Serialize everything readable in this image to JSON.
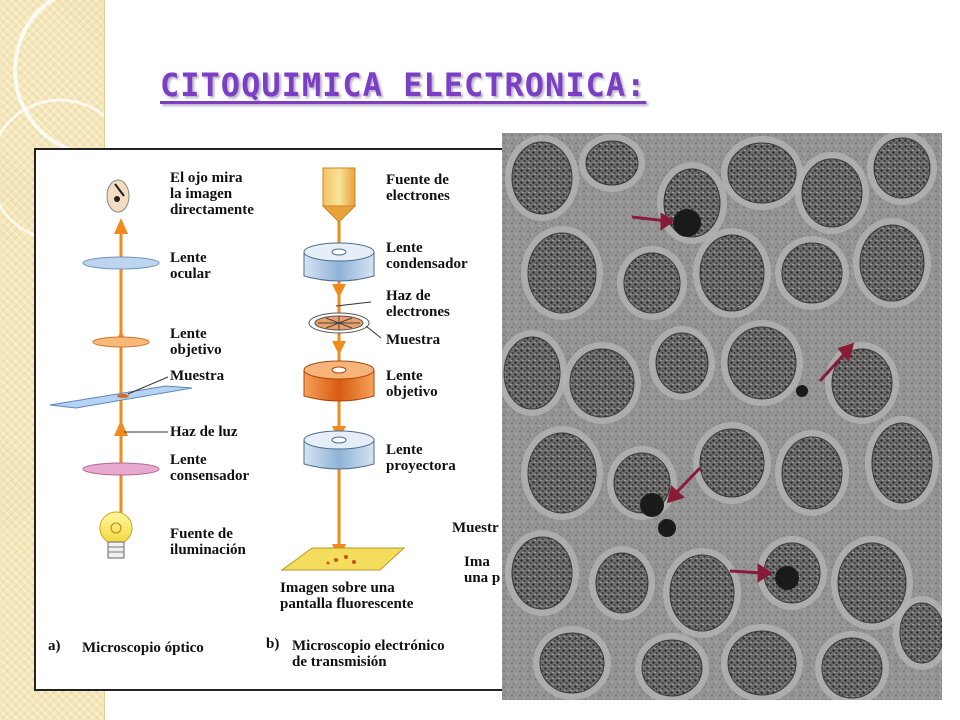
{
  "slide": {
    "title": "CITOQUIMICA ELECTRONICA:"
  },
  "optical": {
    "labels": {
      "eye": "El ojo mira\nla imagen\ndirectamente",
      "ocular": "Lente\nocular",
      "objective": "Lente\nobjetivo",
      "sample": "Muestra",
      "light": "Haz de luz",
      "condenser": "Lente\nconsensador",
      "source": "Fuente de\niluminación"
    },
    "caption_letter": "a)",
    "caption": "Microscopio óptico"
  },
  "electron": {
    "labels": {
      "source": "Fuente de\nelectrones",
      "condenser": "Lente\ncondensador",
      "beam": "Haz de\nelectrones",
      "sample": "Muestra",
      "objective": "Lente\nobjetivo",
      "projector": "Lente\nproyectora",
      "screen": "Imagen sobre una\npantalla fluorescente"
    },
    "caption_letter": "b)",
    "caption": "Microscopio electrónico\nde transmisión"
  },
  "partial_labels": {
    "sample_cut": "Muestr",
    "image_cut": "Ima\nuna p"
  },
  "colors": {
    "title": "#7a3fc4",
    "beam": "#f08a1c",
    "arrow": "#8a1a3a"
  }
}
